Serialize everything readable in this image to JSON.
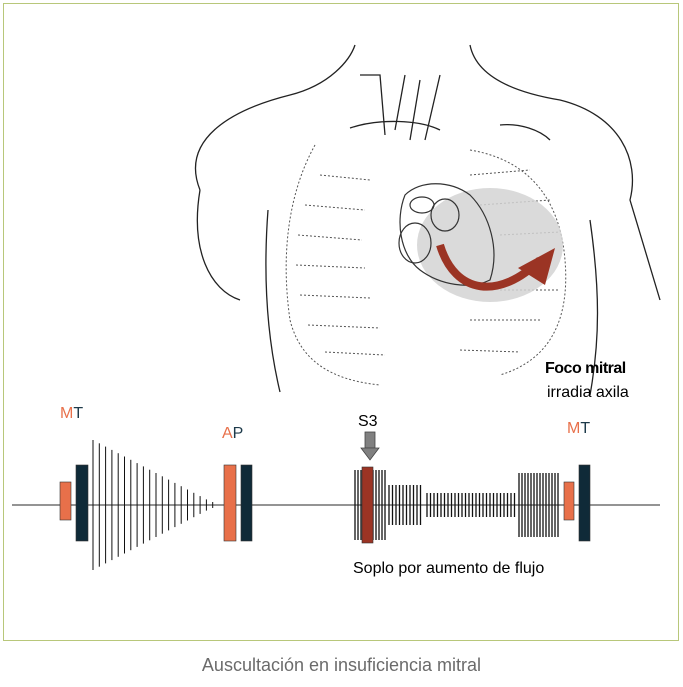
{
  "diagram": {
    "caption": "Auscultación en insuficiencia mitral",
    "focus_label": "Foco mitral",
    "focus_sublabel": "irradia axila",
    "murmur_label": "Soplo por aumento de flujo",
    "sounds": {
      "first_m": "M",
      "first_t": "T",
      "second_a": "A",
      "second_p": "P",
      "s3": "S3",
      "last_m": "M",
      "last_t": "T"
    },
    "colors": {
      "mitral": "#e8704a",
      "tricuspid": "#0f2a38",
      "s3": "#9b3424",
      "arrow": "#9b3424",
      "frame": "#b8c77a"
    }
  }
}
